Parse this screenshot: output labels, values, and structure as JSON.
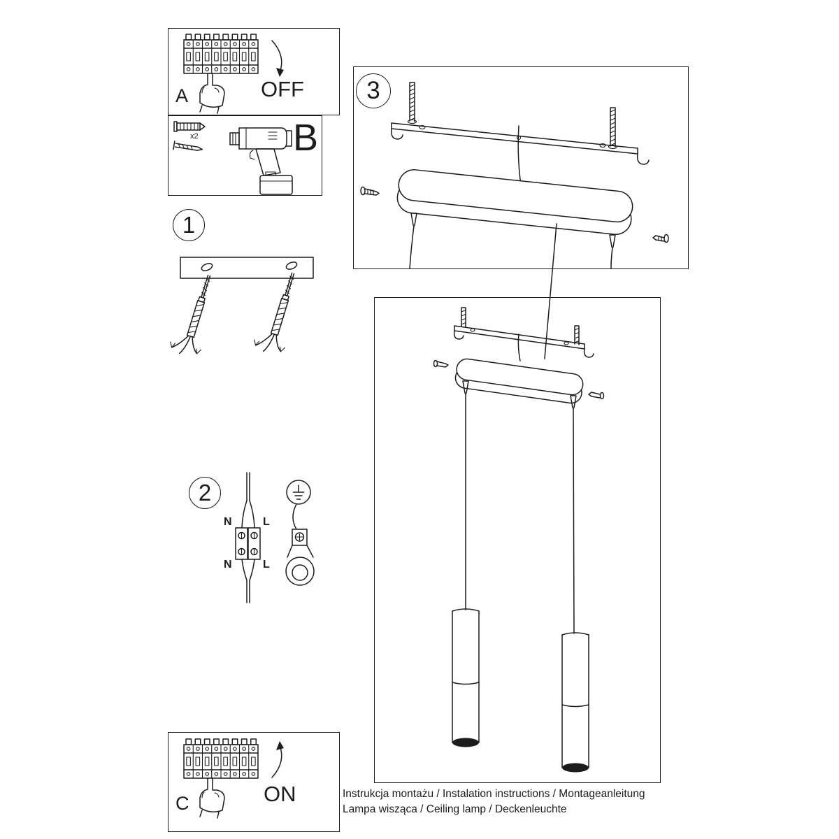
{
  "colors": {
    "ink": "#1c1c1c",
    "paper": "#ffffff"
  },
  "labels": {
    "step_a": "A",
    "step_b": "B",
    "step_c": "C",
    "step_1": "1",
    "step_2": "2",
    "step_3": "3",
    "power_off": "OFF",
    "power_on": "ON",
    "anchor_qty": "x2"
  },
  "wiring": {
    "neutral_top": "N",
    "line_top": "L",
    "neutral_bottom": "N",
    "line_bottom": "L"
  },
  "footer": {
    "line1": "Instrukcja montażu / Instalation instructions / Montageanleitung",
    "line2": "Lampa wisząca / Ceiling lamp / Deckenleuchte"
  }
}
